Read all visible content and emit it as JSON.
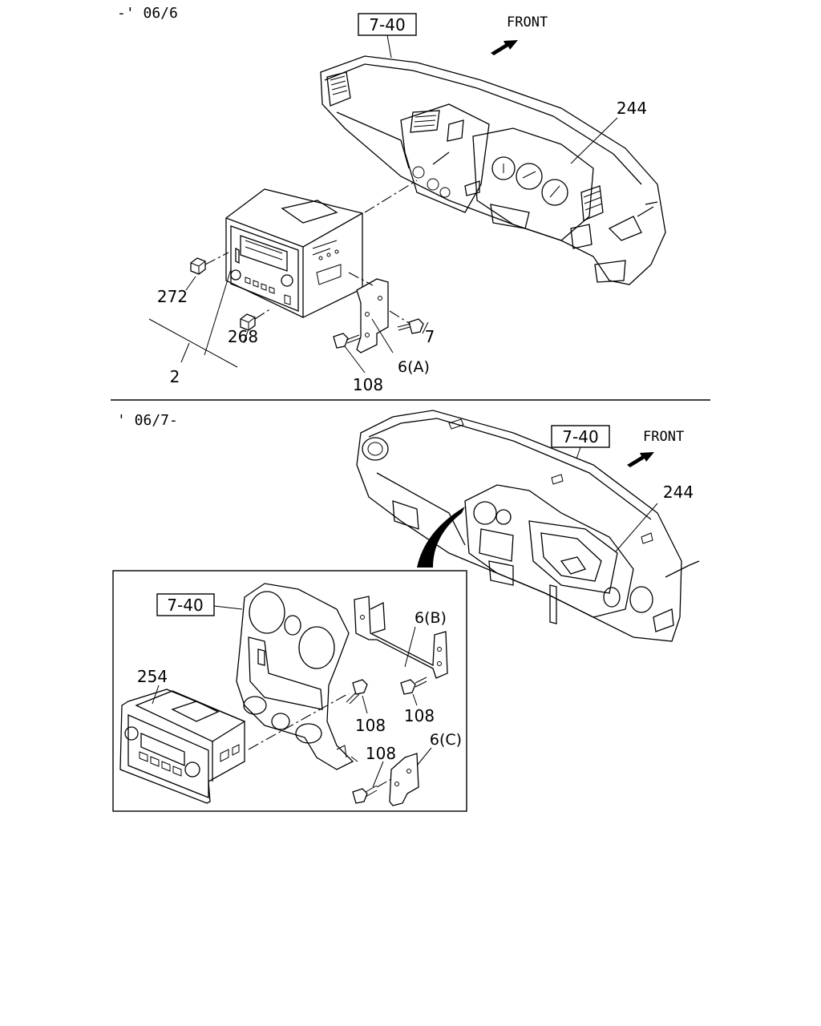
{
  "period_top": "-' 06/6",
  "period_bottom": "' 06/7-",
  "front_label": "FRONT",
  "ref_box": "7-40",
  "parts": {
    "p244": "244",
    "p272": "272",
    "p268": "268",
    "p2": "2",
    "p7": "7",
    "p6a": "6(A)",
    "p108": "108",
    "p6b": "6(B)",
    "p6c": "6(C)",
    "p254": "254"
  }
}
